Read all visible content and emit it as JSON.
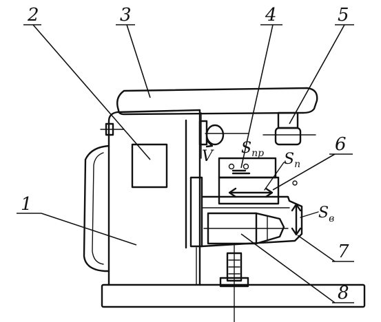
{
  "labels": {
    "l1": "1",
    "l2": "2",
    "l3": "3",
    "l4": "4",
    "l5": "5",
    "l6": "6",
    "l7": "7",
    "l8": "8"
  },
  "symbols": {
    "v": "V",
    "s_pr_main": "S",
    "s_pr_sub": "пр",
    "s_p_main": "S",
    "s_p_sub": "п",
    "s_v_main": "S",
    "s_v_sub": "в"
  },
  "colors": {
    "ink": "#111111",
    "paper": "#ffffff"
  }
}
